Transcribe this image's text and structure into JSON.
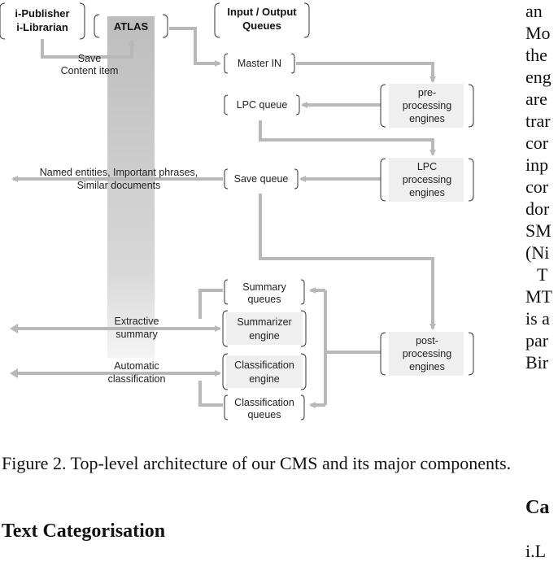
{
  "figure": {
    "boxes": {
      "publisher": [
        "i-Publisher",
        "i-Librarian"
      ],
      "atlas": "ATLAS",
      "io_queues": [
        "Input / Output",
        "Queues"
      ],
      "master_in": "Master IN",
      "pre_processing": [
        "pre-",
        "processing",
        "engines"
      ],
      "lpc_queue": "LPC queue",
      "lpc_processing": [
        "LPC",
        "processing",
        "engines"
      ],
      "save_queue": "Save queue",
      "summary_queues": [
        "Summary",
        "queues"
      ],
      "summarizer_engine": [
        "Summarizer",
        "engine"
      ],
      "classification_engine": [
        "Classification",
        "engine"
      ],
      "classification_queues": [
        "Classification",
        "queues"
      ],
      "post_processing": [
        "post-",
        "processing",
        "engines"
      ]
    },
    "labels": {
      "save_content": [
        "Save",
        "Content item"
      ],
      "named_entities": [
        "Named entities, Important phrases,",
        "Similar documents"
      ],
      "extractive_summary": [
        "Extractive",
        "summary"
      ],
      "automatic_classification": [
        "Automatic",
        "classification"
      ]
    }
  },
  "caption": "Figure 2. Top-level architecture of our CMS and its major components.",
  "section_heading": "Text Categorisation",
  "right_column": {
    "lines": [
      "an",
      "Mo",
      "the",
      "eng",
      "are",
      "trar",
      "cor",
      "inp",
      "cor",
      "dor",
      "SM",
      "(Ni",
      "T",
      "MT",
      "is a",
      "par",
      "Bir"
    ],
    "heading": "Ca",
    "tail": "i.L"
  }
}
